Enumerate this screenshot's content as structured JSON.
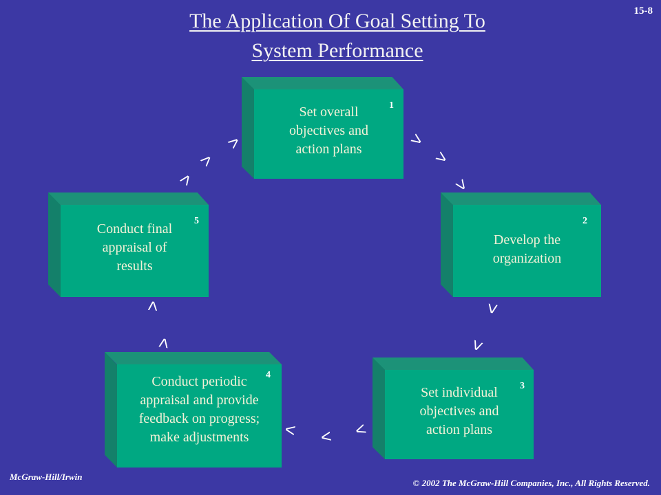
{
  "title_line1": "The Application  Of Goal Setting To",
  "title_line2": "System  Performance",
  "slide_number": "15-8",
  "steps": [
    {
      "number": "1",
      "lines": [
        "Set overall",
        "objectives and",
        "action plans"
      ]
    },
    {
      "number": "2",
      "lines": [
        "Develop the",
        "organization"
      ]
    },
    {
      "number": "3",
      "lines": [
        "Set individual",
        "objectives and",
        "action plans"
      ]
    },
    {
      "number": "4",
      "lines": [
        "Conduct periodic",
        "appraisal and provide",
        "feedback on progress;",
        "make adjustments"
      ]
    },
    {
      "number": "5",
      "lines": [
        "Conduct final",
        "appraisal of",
        "results"
      ]
    }
  ],
  "arrow_glyph": ">",
  "arrow_glyph_reverse": "<",
  "footer": {
    "publisher": "McGraw-Hill/Irwin",
    "copyright": "© 2002 The McGraw-Hill  Companies, Inc., All Rights Reserved."
  }
}
